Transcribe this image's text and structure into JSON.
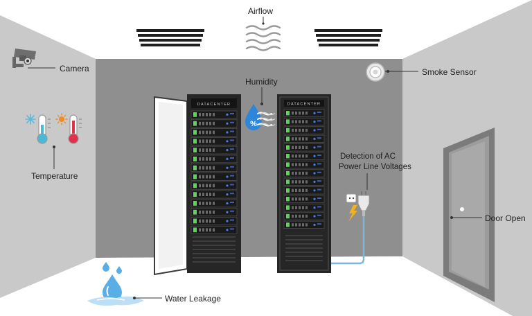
{
  "labels": {
    "airflow": "Airflow",
    "camera": "Camera",
    "smoke_sensor": "Smoke Sensor",
    "humidity": "Humidity",
    "temperature": "Temperature",
    "ac_line_1": "Detection of AC",
    "ac_line_2": "Power Line Voltages",
    "door_open": "Door Open",
    "water_leakage": "Water Leakage"
  },
  "rack_brand": "DATACENTER",
  "icons": [
    "camera-icon",
    "smoke-sensor-icon",
    "airflow-icon",
    "humidity-icon",
    "temperature-icon",
    "power-plug-icon",
    "door-icon",
    "water-drop-icon"
  ],
  "colors": {
    "back_wall": "#8e8e8e",
    "side_wall": "#c8c8c8",
    "floor": "#ffffff",
    "rack": "#2b2b2b",
    "server_led_green": "#5fd35a",
    "server_led_blue": "#4a7ee0",
    "water": "#5aaee6",
    "thermometer_hot": "#e0304a",
    "thermometer_cold": "#4ab8d8"
  }
}
